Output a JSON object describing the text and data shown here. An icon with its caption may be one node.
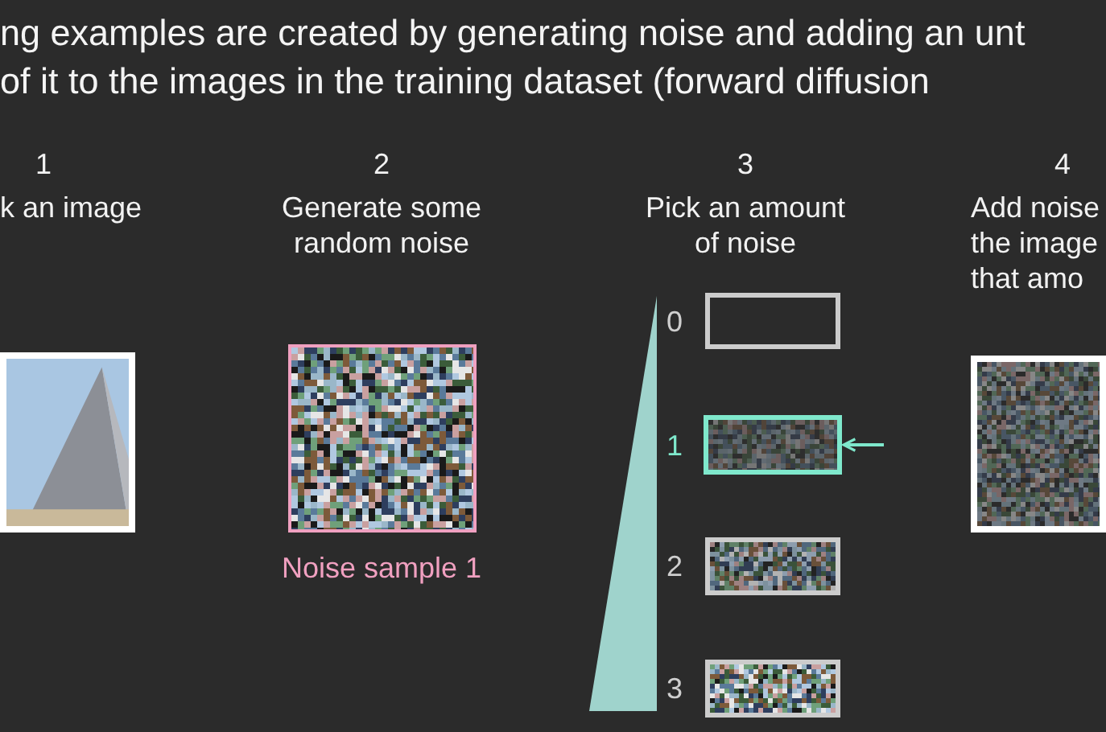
{
  "diagram": {
    "title": "ng examples are created by generating noise and adding an unt of it to the images in the training dataset (forward diffusion",
    "nodes": [
      {
        "text": [],
        "shape": "picture"
      },
      {
        "text": [],
        "shape": "picture",
        "beside": [
          "Noise sample 1"
        ]
      },
      {
        "text": [],
        "shape": "box",
        "beside": [
          "0"
        ]
      },
      {
        "text": [],
        "shape": "picture",
        "beside": [
          "1"
        ]
      },
      {
        "text": [],
        "shape": "picture",
        "beside": [
          "2"
        ]
      },
      {
        "text": [],
        "shape": "picture",
        "beside": [
          "3"
        ]
      },
      {
        "text": [],
        "shape": "picture"
      },
      {
        "text": [],
        "shape": "triangle"
      }
    ],
    "edges": [
      {
        "from": null,
        "to": 3,
        "arrow": "to"
      }
    ],
    "labels": [
      "1",
      "k an image",
      "2",
      "Generate some random noise",
      "3",
      "Pick an amount of noise",
      "4",
      "Add noise the image that amo"
    ]
  }
}
